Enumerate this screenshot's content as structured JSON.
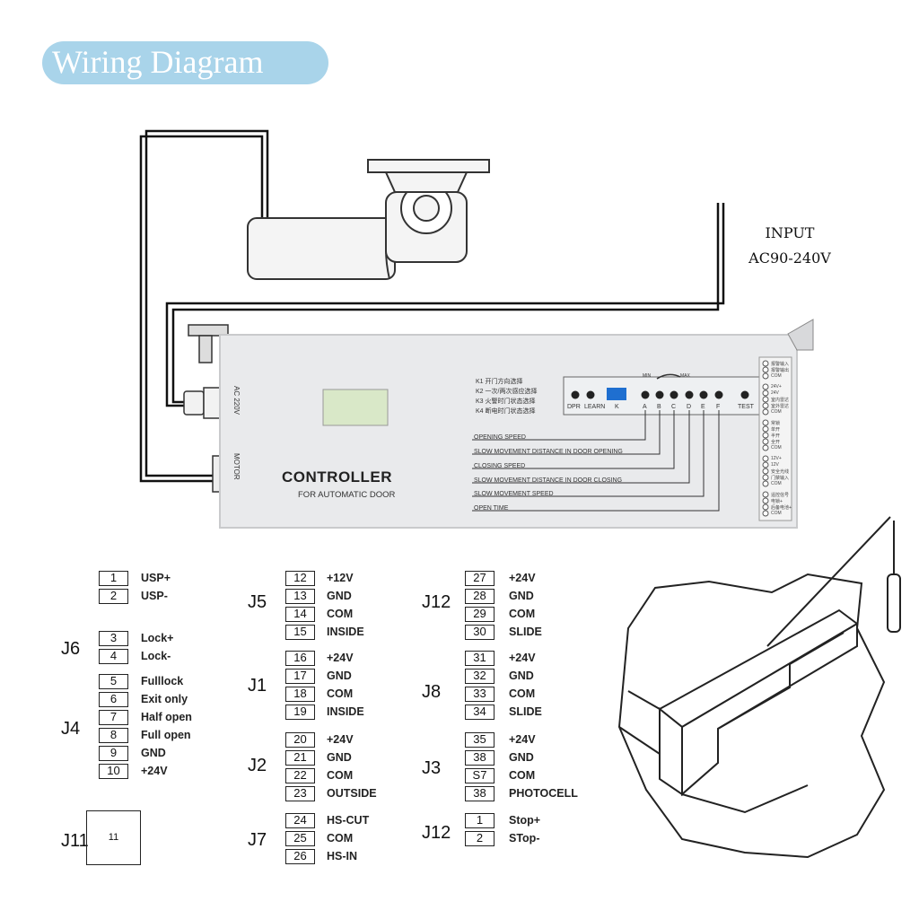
{
  "title": "Wiring Diagram",
  "input_label": {
    "line1": "INPUT",
    "line2": "AC90-240V"
  },
  "controller": {
    "title": "CONTROLLER",
    "subtitle": "FOR AUTOMATIC DOOR",
    "ac_label": "AC 220V",
    "motor_label": "MOTOR",
    "k_labels": [
      "K1 开门方向选择",
      "K2 一次/两次感应选择",
      "K3 火警时门状态选择",
      "K4 断电时门状态选择"
    ],
    "buttons": [
      "DPR",
      "LEARN",
      "K",
      "A",
      "B",
      "C",
      "D",
      "E",
      "F",
      "TEST"
    ],
    "minmax": [
      "MIN",
      "MAX"
    ],
    "functions": [
      "OPENING SPEED",
      "SLOW MOVEMENT DISTANCE IN DOOR OPENING",
      "CLOSING SPEED",
      "SLOW MOVEMENT DISTANCE IN DOOR CLOSING",
      "SLOW MOVEMENT SPEED",
      "OPEN TIME"
    ],
    "terminal_labels": [
      "报警输入",
      "报警输出",
      "COM",
      "24V+",
      "24V",
      "室内雷达",
      "室外雷达",
      "COM",
      "常锁",
      "单开",
      "半开",
      "全开",
      "COM",
      "12V+",
      "12V",
      "安全光线",
      "门禁输入",
      "COM",
      "遥控信号",
      "电锁+",
      "后备电池+",
      "COM"
    ]
  },
  "pin_groups": {
    "left": [
      {
        "label": "",
        "pins": [
          {
            "num": "1",
            "desc": "USP+"
          },
          {
            "num": "2",
            "desc": "USP-"
          }
        ]
      },
      {
        "label": "J6",
        "pins": [
          {
            "num": "3",
            "desc": "Lock+"
          },
          {
            "num": "4",
            "desc": "Lock-"
          }
        ]
      },
      {
        "label": "J4",
        "pins": [
          {
            "num": "5",
            "desc": "Fulllock"
          },
          {
            "num": "6",
            "desc": "Exit only"
          },
          {
            "num": "7",
            "desc": "Half open"
          },
          {
            "num": "8",
            "desc": "Full open"
          },
          {
            "num": "9",
            "desc": "GND"
          },
          {
            "num": "10",
            "desc": "+24V"
          }
        ]
      },
      {
        "label": "J11",
        "box": "11"
      }
    ],
    "middle": [
      {
        "label": "J5",
        "pins": [
          {
            "num": "12",
            "desc": "+12V"
          },
          {
            "num": "13",
            "desc": "GND"
          },
          {
            "num": "14",
            "desc": "COM"
          },
          {
            "num": "15",
            "desc": "INSIDE"
          }
        ]
      },
      {
        "label": "J1",
        "pins": [
          {
            "num": "16",
            "desc": "+24V"
          },
          {
            "num": "17",
            "desc": "GND"
          },
          {
            "num": "18",
            "desc": "COM"
          },
          {
            "num": "19",
            "desc": "INSIDE"
          }
        ]
      },
      {
        "label": "J2",
        "pins": [
          {
            "num": "20",
            "desc": "+24V"
          },
          {
            "num": "21",
            "desc": "GND"
          },
          {
            "num": "22",
            "desc": "COM"
          },
          {
            "num": "23",
            "desc": "OUTSIDE"
          }
        ]
      },
      {
        "label": "J7",
        "pins": [
          {
            "num": "24",
            "desc": "HS-CUT"
          },
          {
            "num": "25",
            "desc": "COM"
          },
          {
            "num": "26",
            "desc": "HS-IN"
          }
        ]
      }
    ],
    "right": [
      {
        "label": "J12",
        "pins": [
          {
            "num": "27",
            "desc": "+24V"
          },
          {
            "num": "28",
            "desc": "GND"
          },
          {
            "num": "29",
            "desc": "COM"
          },
          {
            "num": "30",
            "desc": "SLIDE"
          }
        ]
      },
      {
        "label": "J8",
        "pins": [
          {
            "num": "31",
            "desc": "+24V"
          },
          {
            "num": "32",
            "desc": "GND"
          },
          {
            "num": "33",
            "desc": "COM"
          },
          {
            "num": "34",
            "desc": "SLIDE"
          }
        ]
      },
      {
        "label": "J3",
        "pins": [
          {
            "num": "35",
            "desc": "+24V"
          },
          {
            "num": "38",
            "desc": "GND"
          },
          {
            "num": "S7",
            "desc": "COM"
          },
          {
            "num": "38",
            "desc": "PHOTOCELL"
          }
        ]
      },
      {
        "label": "J12",
        "pins": [
          {
            "num": "1",
            "desc": "Stop+"
          },
          {
            "num": "2",
            "desc": "STop-"
          }
        ]
      }
    ]
  },
  "colors": {
    "title_pill": "#a9d4ea",
    "controller_body": "#e9eaec",
    "wire": "#111111"
  }
}
